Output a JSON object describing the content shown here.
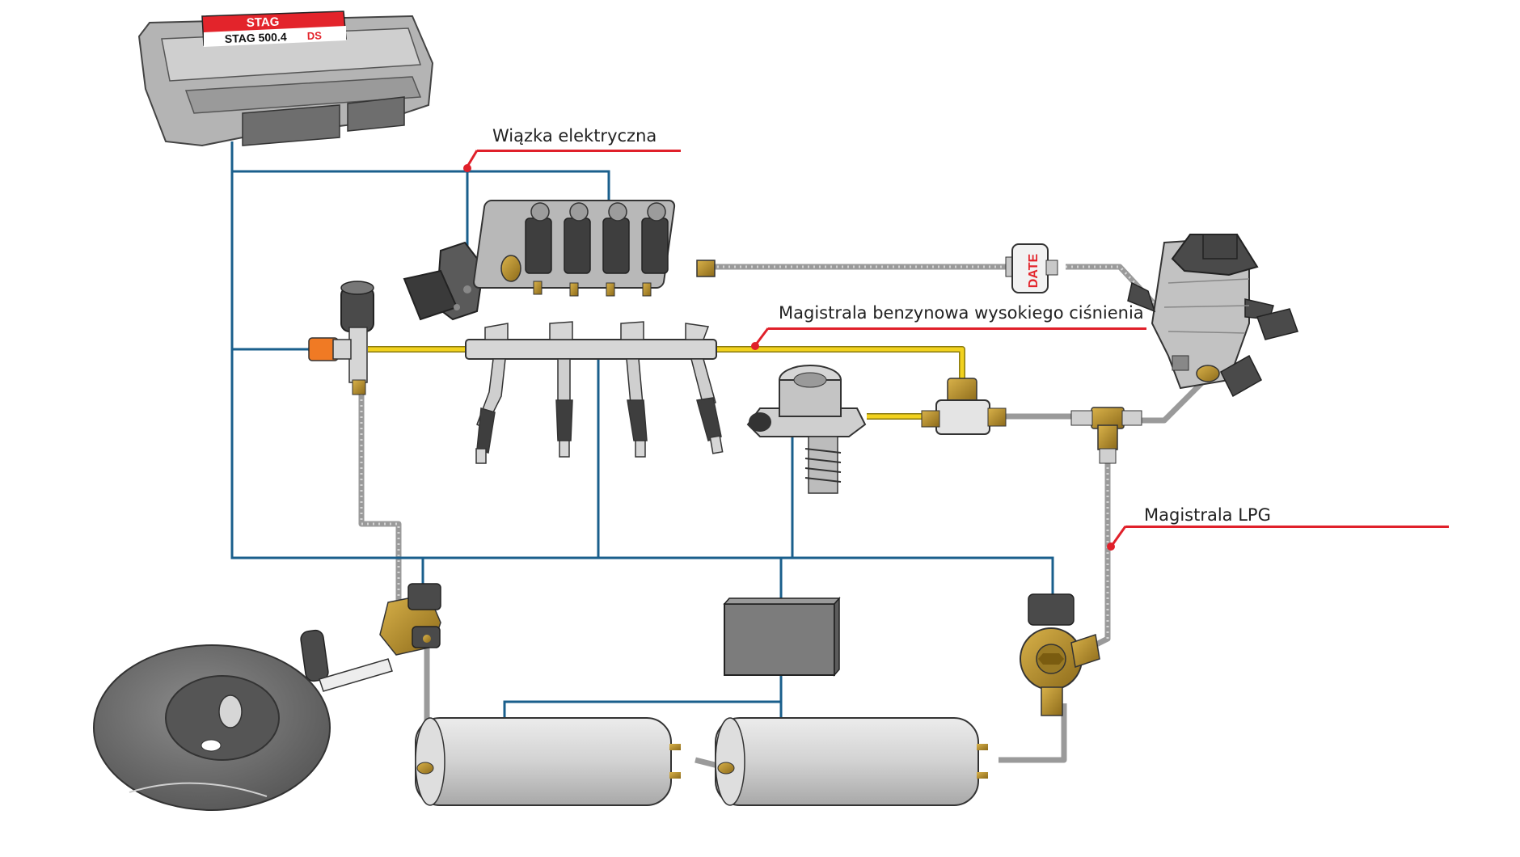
{
  "ecu": {
    "brand": "STAG",
    "model": "STAG 500.4",
    "suffix": "DS"
  },
  "filter": {
    "brand": "DATE"
  },
  "callouts": {
    "wiring": "Wiązka elektryczna",
    "petrol_rail": "Magistrala benzynowa wysokiego ciśnienia",
    "lpg_line": "Magistrala LPG"
  },
  "colors": {
    "wire": "#1a5f8c",
    "callout_red": "#e0202a",
    "petrol_line": "#f2d21e",
    "lpg_pipe": "#9a9a9a",
    "component_gray": "#c8c8c8",
    "brass": "#b8912a"
  }
}
